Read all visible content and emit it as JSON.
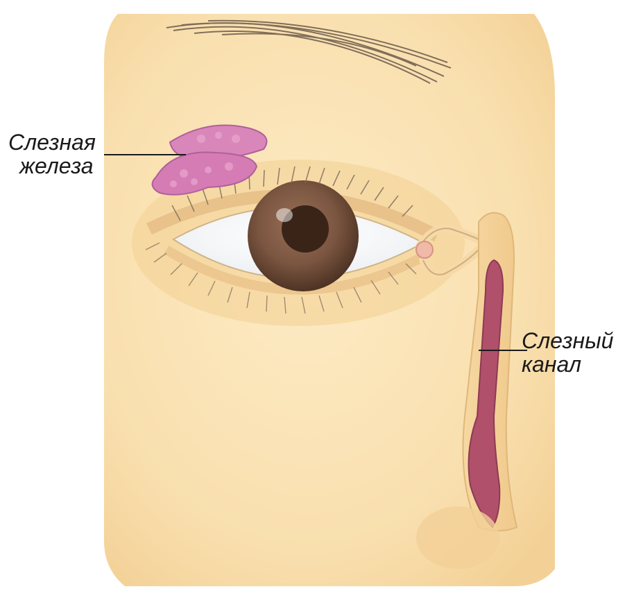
{
  "labels": {
    "lacrimal_gland": {
      "line1": "Слезная",
      "line2": "железа"
    },
    "tear_duct": {
      "line1": "Слезный",
      "line2": "канал"
    }
  },
  "colors": {
    "skin": "#fbe3b3",
    "skin_shadow": "#f2cf93",
    "gland": "#d97fb8",
    "iris": "#7a5540",
    "pupil": "#3a2418",
    "duct": "#b0506a",
    "sclera": "#f4f6f8"
  }
}
